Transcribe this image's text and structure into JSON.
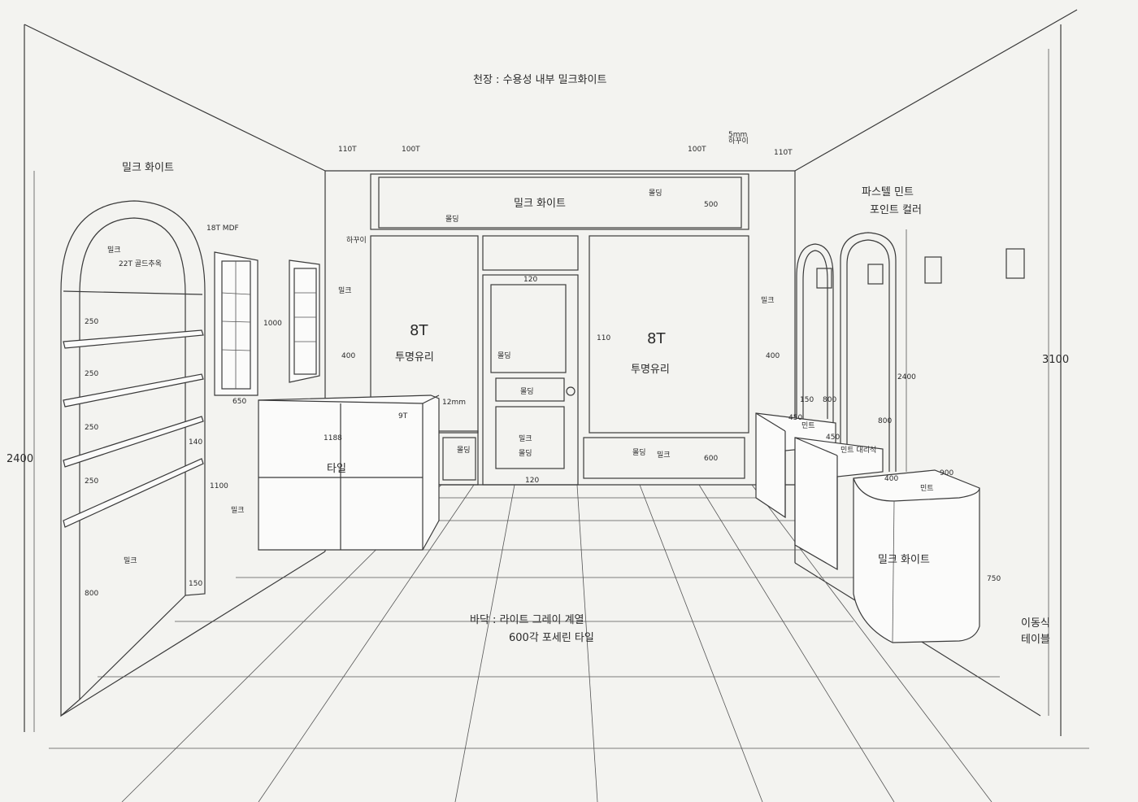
{
  "labels": {
    "ceiling": "천장 : 수용성 내부 밀크화이트",
    "left_wall": "밀크 화이트",
    "right_wall_1": "파스텔 민트",
    "right_wall_2": "포인트 컬러",
    "window_1_glass": "8T",
    "window_1_type": "투명유리",
    "window_2_glass": "8T",
    "window_2_type": "투명유리",
    "transom_color": "밀크 화이트",
    "counter": "타일",
    "counter_dim": "1188",
    "mobile_table_color": "밀크 화이트",
    "mobile_table_1": "이동식",
    "mobile_table_2": "테이블",
    "floor_1": "바닥 : 라이트 그레이 계열",
    "floor_2": "600각 포세린 타일",
    "shelf_title": "밀크",
    "shelf_sub": "22T 골드추옥",
    "shelf_lower": "밀크",
    "panel_milk": "밀크",
    "mdf": "18T MDF",
    "moulding": "몰딩",
    "paint": "하꾸이",
    "cabinet_1": "민트",
    "cabinet_2": "민트 대리석",
    "cabinet_3": "민트",
    "door_color": "밀크",
    "door_moulding": "몰딩"
  },
  "dimensions": {
    "overall_height_left": "2400",
    "overall_height_right": "3100",
    "arch_height_right": "2400",
    "shelf_spacing_1": "250",
    "shelf_spacing_2": "250",
    "shelf_spacing_3": "250",
    "shelf_spacing_4": "250",
    "shelf_base": "800",
    "shelf_base_side": "150",
    "shelf_depth": "140",
    "window_height": "1000",
    "window_width": "650",
    "window_sill": "1100",
    "column_left": "110T",
    "column_right": "110T",
    "transom_thk_1": "100T",
    "transom_thk_2": "100T",
    "transom_height": "500",
    "pier_width_l": "400",
    "pier_width_r": "400",
    "lower_panel": "600",
    "door_frame": "110",
    "door_top": "120",
    "door_bottom": "120",
    "cab_height": "800",
    "cab_height_2": "800",
    "cab_depth": "450",
    "cab_depth_2": "450",
    "cab_base": "150",
    "table_length": "900",
    "table_depth": "400",
    "table_height": "750",
    "glass_thk": "12mm",
    "paint_thk": "5mm",
    "counter_thk": "9T"
  },
  "colors": {
    "paper": "#f3f3f0",
    "ink": "#3a3a3a"
  }
}
